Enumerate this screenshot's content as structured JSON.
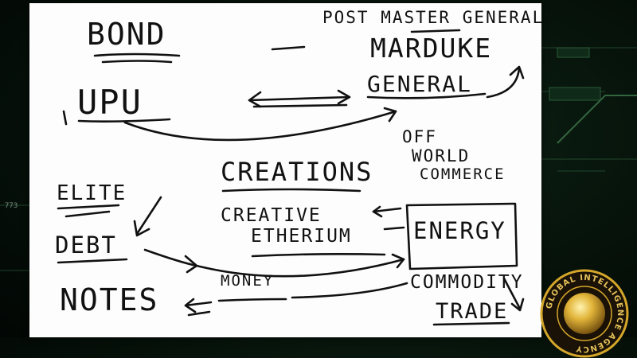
{
  "board": {
    "bond": "BOND",
    "post_master_general": "POST MASTER GENERAL",
    "marduke": "MARDUKE",
    "upu": "UPU",
    "general": "GENERAL",
    "off": "OFF",
    "world": "WORLD",
    "commerce": "COMMERCE",
    "creations": "CREATIONS",
    "elite": "ELITE",
    "creative": "CREATIVE",
    "etherium": "ETHERIUM",
    "energy": "ENERGY",
    "debt": "DEBT",
    "notes": "NOTES",
    "money": "MONEY",
    "commodity": "COMMODITY",
    "trade": "TRADE"
  },
  "side": {
    "left_number": "773"
  },
  "seal": {
    "text": "GLOBAL INTELLIGENCE AGENCY"
  },
  "colors": {
    "ink": "#111111",
    "board": "#fdfdfd",
    "background": "#06120a",
    "seal_gold": "#d4a62a"
  }
}
